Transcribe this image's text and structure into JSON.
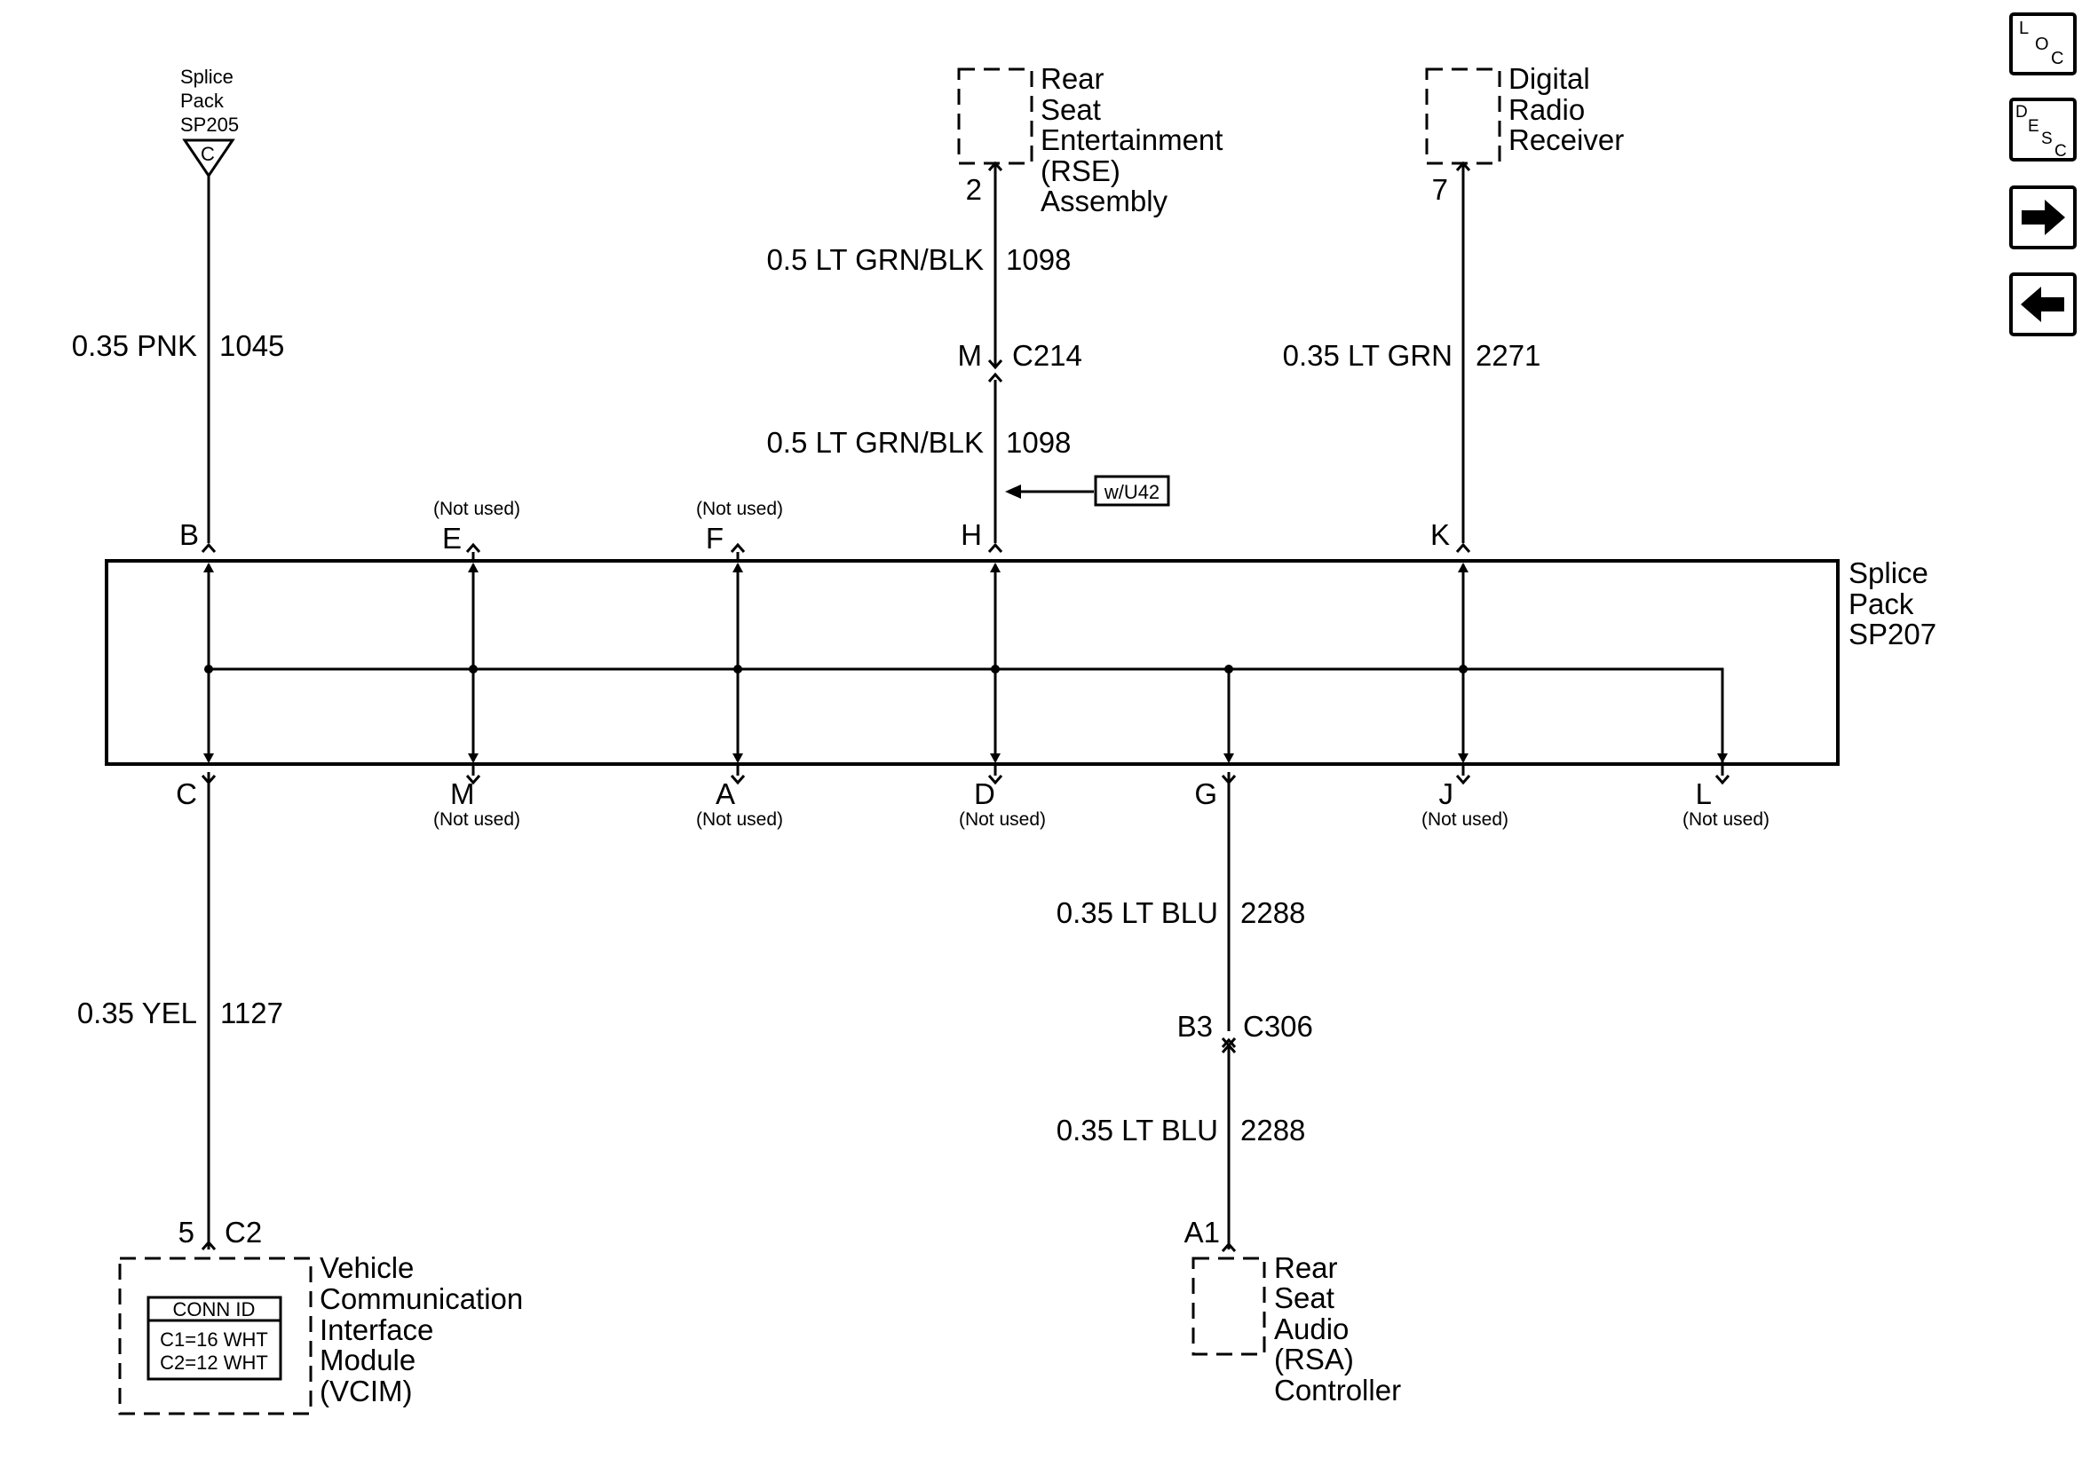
{
  "splice_sp205": {
    "line1": "Splice",
    "line2": "Pack",
    "line3": "SP205",
    "terminal": "C"
  },
  "wire_b": {
    "color": "0.35 PNK",
    "circuit": "1045"
  },
  "rse": {
    "line1": "Rear",
    "line2": "Seat",
    "line3": "Entertainment",
    "line4": "(RSE)",
    "line5": "Assembly",
    "pin": "2"
  },
  "wire_h_upper": {
    "color": "0.5 LT GRN/BLK",
    "circuit": "1098"
  },
  "c214": {
    "pin": "M",
    "connector": "C214"
  },
  "wire_h_lower": {
    "color": "0.5 LT GRN/BLK",
    "circuit": "1098"
  },
  "option_tag": "w/U42",
  "drr": {
    "line1": "Digital",
    "line2": "Radio",
    "line3": "Receiver",
    "pin": "7"
  },
  "wire_k": {
    "color": "0.35 LT GRN",
    "circuit": "2271"
  },
  "not_used": "(Not used)",
  "sp207": {
    "line1": "Splice",
    "line2": "Pack",
    "line3": "SP207",
    "top_pins": [
      "B",
      "E",
      "F",
      "H",
      "K"
    ],
    "bottom_pins": [
      "C",
      "M",
      "A",
      "D",
      "G",
      "J",
      "L"
    ]
  },
  "wire_c": {
    "color": "0.35 YEL",
    "circuit": "1127"
  },
  "vcim": {
    "line1": "Vehicle",
    "line2": "Communication",
    "line3": "Interface",
    "line4": "Module",
    "line5": "(VCIM)",
    "pin": "5",
    "connector": "C2",
    "conn_title": "CONN ID",
    "conn_c1": "C1=16 WHT",
    "conn_c2": "C2=12 WHT"
  },
  "wire_g_upper": {
    "color": "0.35 LT BLU",
    "circuit": "2288"
  },
  "c306": {
    "pin": "B3",
    "connector": "C306"
  },
  "wire_g_lower": {
    "color": "0.35 LT BLU",
    "circuit": "2288"
  },
  "rsa": {
    "line1": "Rear",
    "line2": "Seat",
    "line3": "Audio",
    "line4": "(RSA)",
    "line5": "Controller",
    "pin": "A1"
  },
  "nav": {
    "loc_l": "L",
    "loc_o": "O",
    "loc_c": "C",
    "desc_d": "D",
    "desc_e": "E",
    "desc_s": "S",
    "desc_c": "C",
    "next": "next-arrow-icon",
    "prev": "prev-arrow-icon"
  }
}
